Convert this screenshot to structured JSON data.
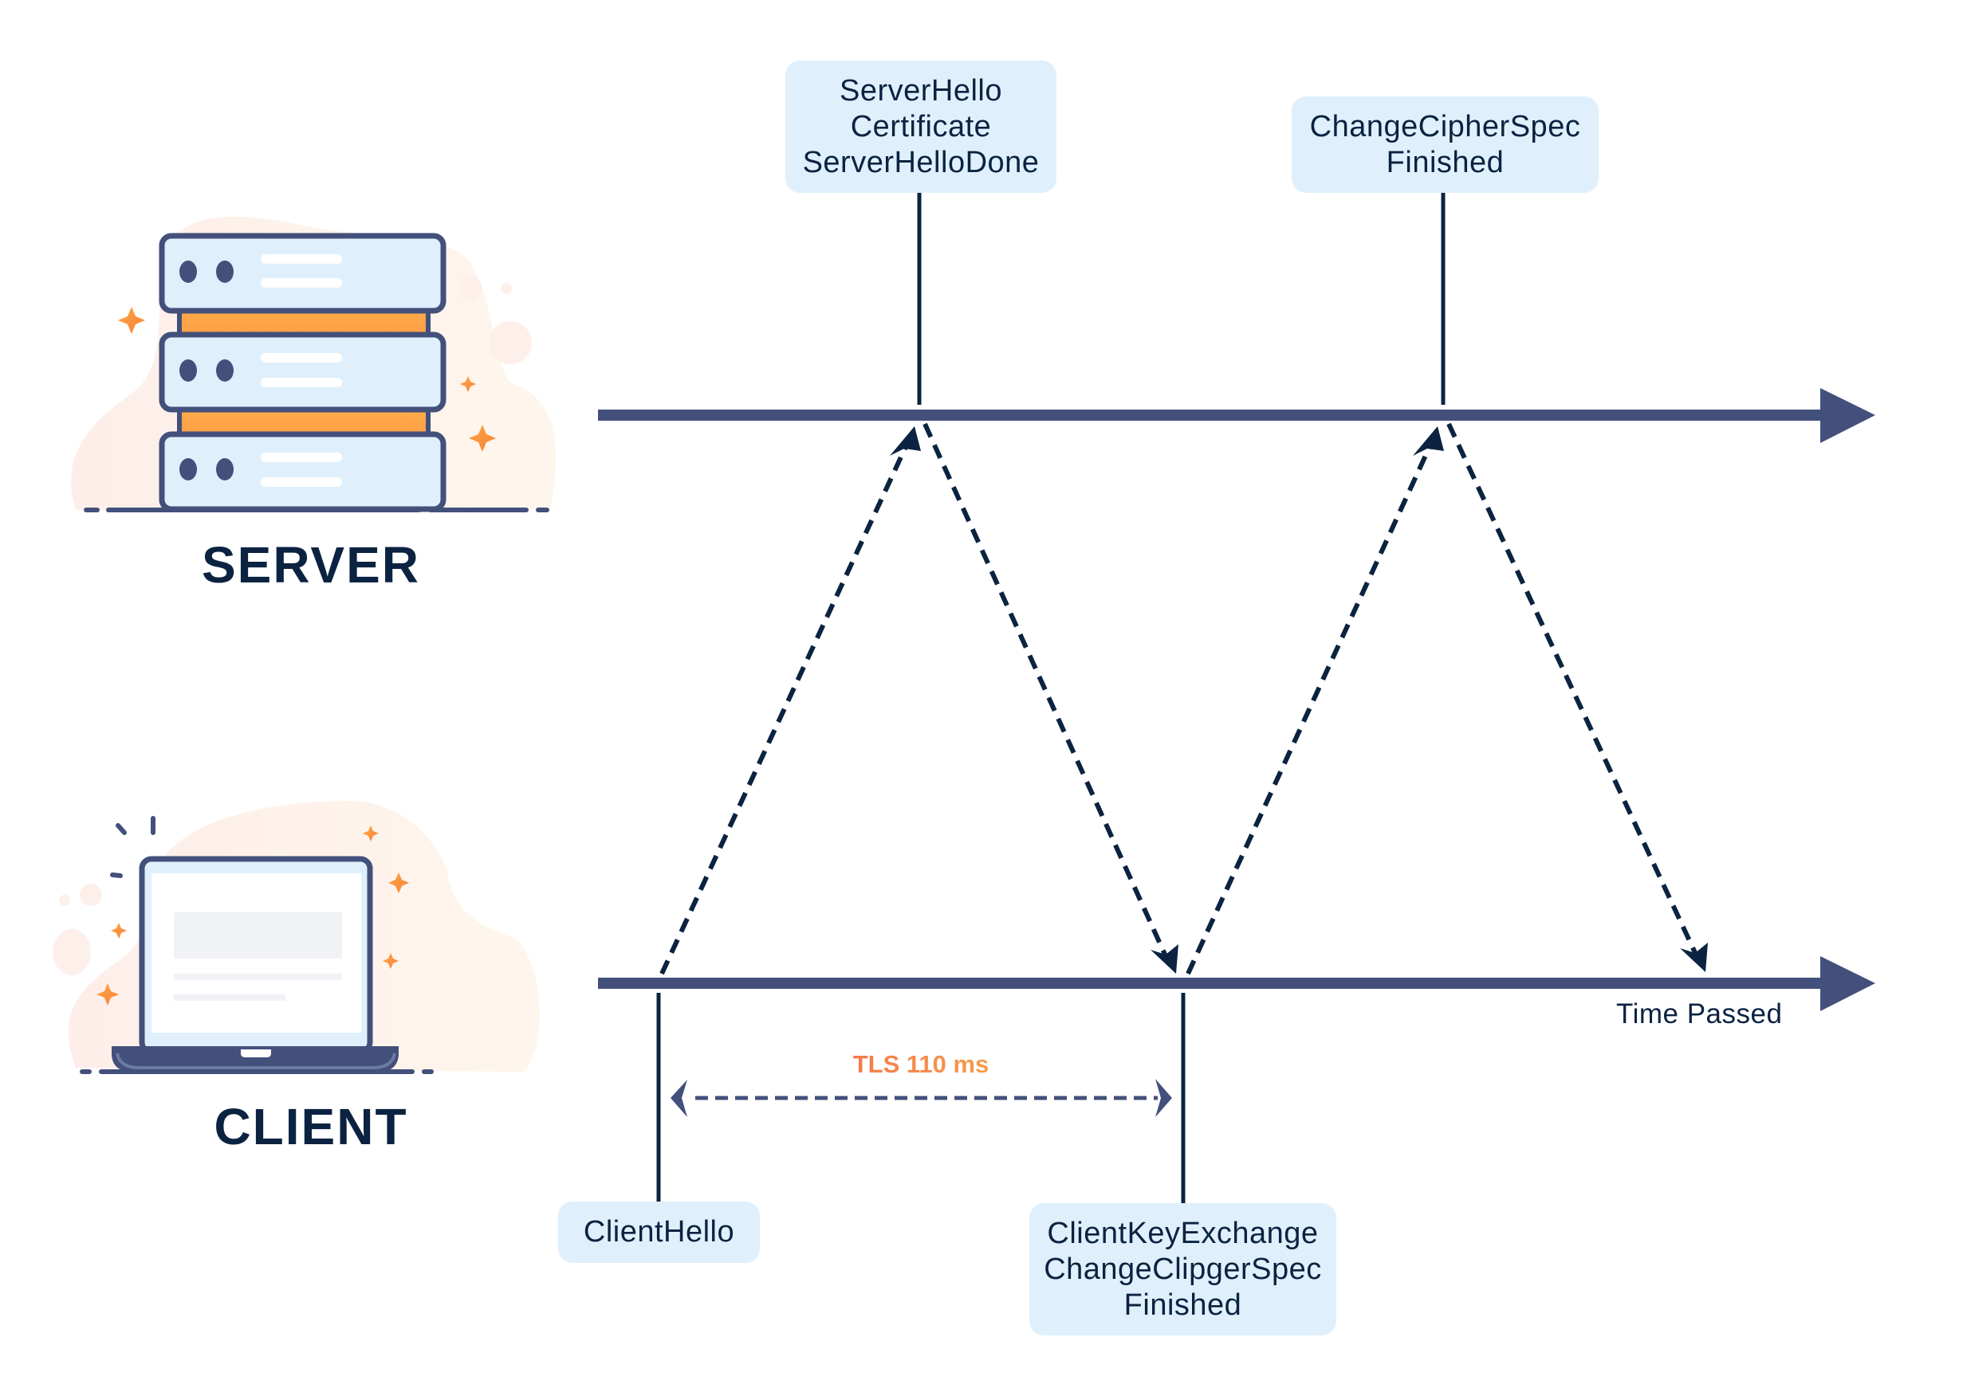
{
  "diagram": {
    "title": "TLS Handshake Timeline",
    "actors": {
      "server": {
        "label": "SERVER",
        "icon": "server-rack-icon"
      },
      "client": {
        "label": "CLIENT",
        "icon": "laptop-icon"
      }
    },
    "timeline_label": "Time Passed",
    "duration": {
      "label": "TLS 110 ms",
      "value_ms": 110,
      "from": "ClientHello",
      "to": "ClientKeyExchange"
    },
    "messages": {
      "server_hello": {
        "from": "server",
        "lines": [
          "ServerHello",
          "Certificate",
          "ServerHelloDone"
        ]
      },
      "server_change_cipher": {
        "from": "server",
        "lines": [
          "ChangeCipherSpec",
          "Finished"
        ]
      },
      "client_hello": {
        "from": "client",
        "lines": [
          "ClientHello"
        ]
      },
      "client_key_exchange": {
        "from": "client",
        "lines": [
          "ClientKeyExchange",
          "ChangeClipgerSpec",
          "Finished"
        ]
      }
    },
    "flows": [
      {
        "from": "client",
        "to": "server",
        "at": "ClientHello → ServerHello"
      },
      {
        "from": "server",
        "to": "client",
        "at": "ServerHelloDone → ClientKeyExchange"
      },
      {
        "from": "client",
        "to": "server",
        "at": "Finished → ChangeCipherSpec"
      },
      {
        "from": "server",
        "to": "client",
        "at": "Finished → end"
      }
    ],
    "colors": {
      "timeline": "#43507b",
      "text": "#0b2341",
      "box_bg": "#dff0fc",
      "accent_orange": "#fda744",
      "tls_gradient_start": "#f26e4a",
      "tls_gradient_end": "#f9a84a",
      "blob": "#fdf1ec"
    }
  }
}
